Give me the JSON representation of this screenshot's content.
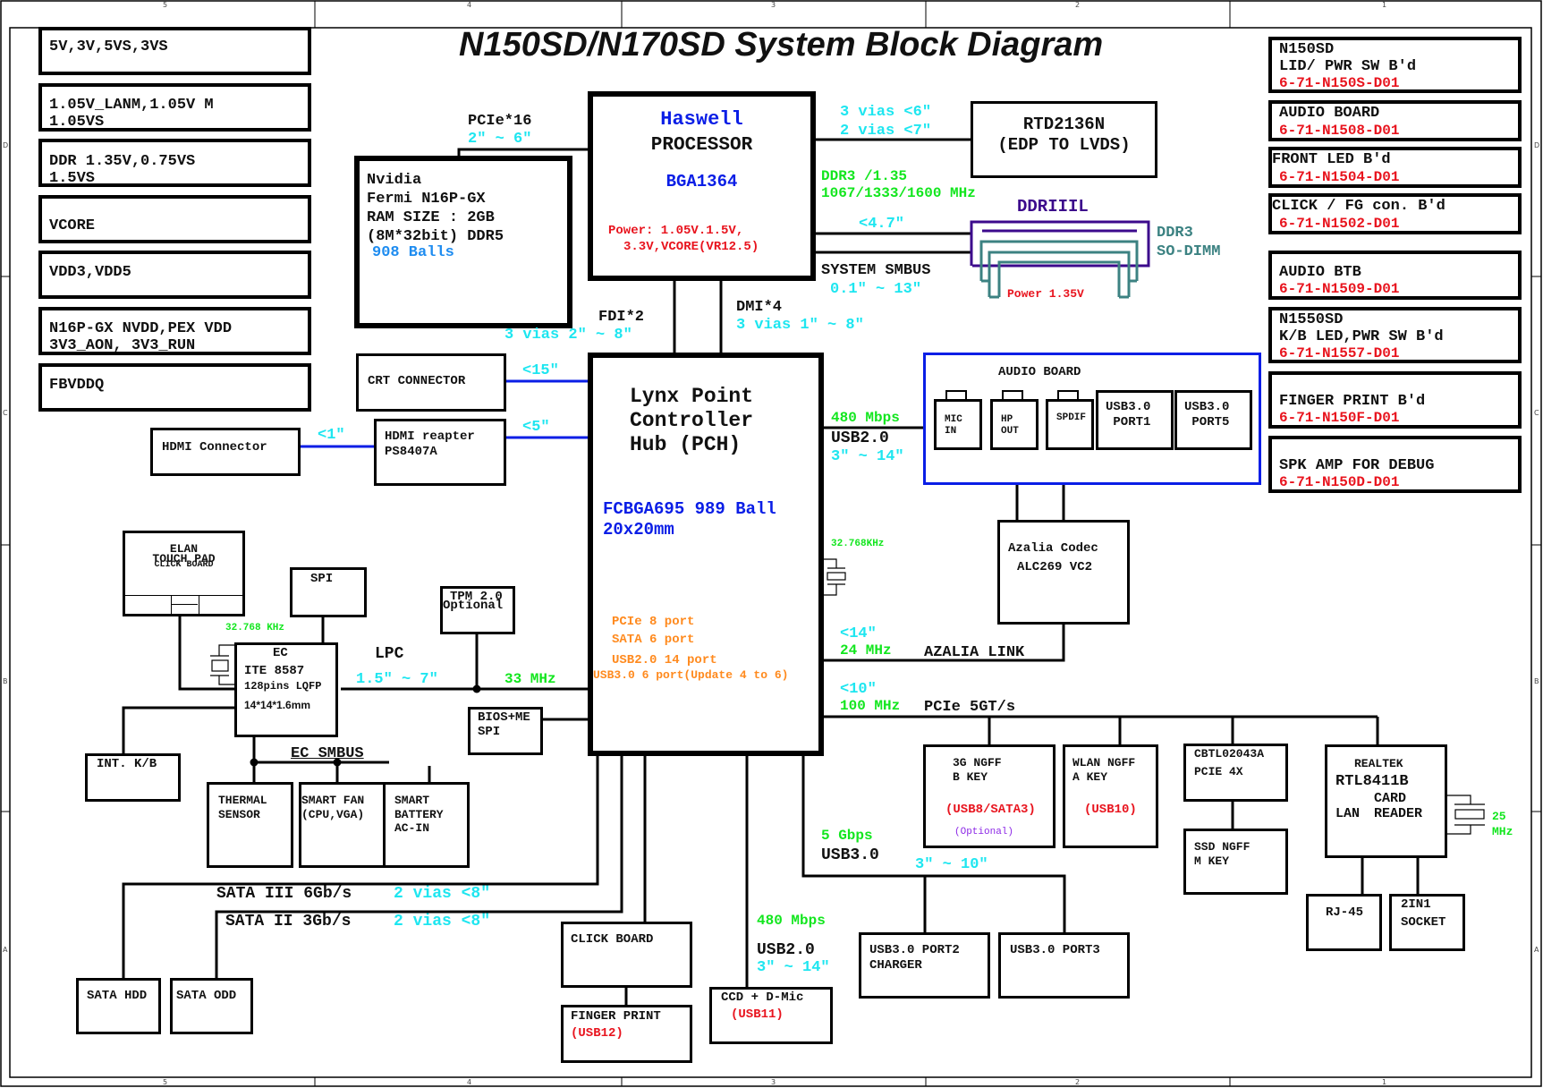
{
  "title": "N150SD/N170SD System Block Diagram",
  "ruler": {
    "columns": [
      "5",
      "4",
      "3",
      "2",
      "1"
    ],
    "rows": [
      "D",
      "C",
      "B",
      "A"
    ]
  },
  "power_rails": [
    {
      "lines": [
        "5V,3V,5VS,3VS"
      ]
    },
    {
      "lines": [
        "1.05V_LANM,1.05V M",
        "1.05VS"
      ]
    },
    {
      "lines": [
        "DDR 1.35V,0.75VS",
        "1.5VS"
      ]
    },
    {
      "lines": [
        "",
        "VCORE"
      ]
    },
    {
      "lines": [
        "VDD3,VDD5"
      ]
    },
    {
      "lines": [
        "N16P-GX NVDD,PEX VDD",
        "3V3_AON, 3V3_RUN"
      ]
    },
    {
      "lines": [
        "FBVDDQ"
      ]
    }
  ],
  "gpu": {
    "bus_label": "PCIe*16",
    "bus_length": "2\" ~ 6\"",
    "lines": [
      "Nvidia",
      "Fermi N16P-GX",
      "RAM SIZE : 2GB",
      "(8M*32bit) DDR5"
    ],
    "balls": "908 Balls"
  },
  "cpu": {
    "name": "Haswell",
    "type": "PROCESSOR",
    "package": "BGA1364",
    "power_line1": "Power: 1.05V.1.5V,",
    "power_line2": "3.3V,VCORE(VR12.5)"
  },
  "edp": {
    "vias1": "3 vias <6\"",
    "vias2": "2 vias <7\"",
    "name": "RTD2136N",
    "desc": "(EDP TO LVDS)"
  },
  "memory": {
    "ddr_label": "DDR3 /1.35",
    "ddr_speed": "1067/1333/1600 MHz",
    "trace": "<4.7\"",
    "module_name": "DDRIIIL",
    "slot_line1": "DDR3",
    "slot_line2": "SO-DIMM",
    "power": "Power 1.35V",
    "smbus_label": "SYSTEM SMBUS",
    "smbus_length": "0.1\" ~ 13\""
  },
  "links": {
    "fdi": "FDI*2",
    "fdi_length": "3 vias 2\" ~ 8\"",
    "dmi": "DMI*4",
    "dmi_length": "3 vias 1\" ~ 8\""
  },
  "pch": {
    "name_lines": [
      "Lynx Point",
      "Controller",
      "Hub (PCH)"
    ],
    "package": "FCBGA695 989 Ball",
    "size": "20x20mm",
    "features": [
      "PCIe 8 port",
      "SATA 6 port",
      "USB2.0 14 port",
      "USB3.0 6 port(Update 4 to 6)"
    ],
    "crystal": "32.768KHz"
  },
  "video": {
    "crt": "CRT CONNECTOR",
    "crt_trace": "<15\"",
    "hdmi_connector": "HDMI Connector",
    "hdmi_trace": "<1\"",
    "repeater_line1": "HDMI reapter",
    "repeater_line2": "PS8407A",
    "repeater_trace": "<5\""
  },
  "audio": {
    "usb_speed": "480 Mbps",
    "usb_label": "USB2.0",
    "usb_length": "3\" ~ 14\"",
    "board_title": "AUDIO BOARD",
    "jacks": [
      {
        "lines": [
          "MIC",
          "IN"
        ]
      },
      {
        "lines": [
          "HP",
          "OUT"
        ]
      },
      {
        "lines": [
          "SPDIF"
        ]
      }
    ],
    "ports": [
      {
        "lines": [
          "USB3.0",
          " PORT1"
        ]
      },
      {
        "lines": [
          "USB3.0",
          " PORT5"
        ]
      }
    ],
    "codec_line1": "Azalia Codec",
    "codec_line2": "ALC269 VC2",
    "link_trace": "<14\"",
    "link_freq": "24 MHz",
    "link_label": "AZALIA LINK"
  },
  "daughter_boards": [
    {
      "lines": [
        "N150SD",
        "LID/ PWR SW B'd"
      ],
      "part": "6-71-N150S-D01"
    },
    {
      "lines": [
        "AUDIO BOARD"
      ],
      "part": "6-71-N1508-D01"
    },
    {
      "lines": [
        "FRONT LED B'd"
      ],
      "part": "6-71-N1504-D01"
    },
    {
      "lines": [
        "CLICK / FG con. B'd"
      ],
      "part": "6-71-N1502-D01"
    },
    {
      "lines": [
        "AUDIO BTB"
      ],
      "part": "6-71-N1509-D01"
    },
    {
      "lines": [
        "N1550SD",
        "K/B LED,PWR SW B'd"
      ],
      "part": "6-71-N1557-D01"
    },
    {
      "lines": [
        "FINGER PRINT B'd"
      ],
      "part": "6-71-N150F-D01"
    },
    {
      "lines": [
        "SPK AMP FOR DEBUG"
      ],
      "part": "6-71-N150D-D01"
    }
  ],
  "ec": {
    "touchpad_lines": [
      "ELAN",
      "TOUCH PAD",
      "CLICK BOARD"
    ],
    "spi": "SPI",
    "tpm_lines": [
      "TPM 2.0",
      "Optional"
    ],
    "crystal": "32.768 KHz",
    "title": "EC",
    "chip": "ITE 8587",
    "pins": "128pins LQFP",
    "size": "14*14*1.6mm",
    "lpc_label": "LPC",
    "lpc_length": "1.5\" ~ 7\"",
    "lpc_freq": "33 MHz",
    "bios_lines": [
      "BIOS+ME",
      "SPI"
    ],
    "keyboard": "INT. K/B",
    "smbus_label": "EC SMBUS",
    "thermal_lines": [
      "THERMAL",
      "SENSOR"
    ],
    "fan_lines": [
      "SMART FAN",
      "(CPU,VGA)"
    ],
    "battery_lines": [
      "SMART",
      "BATTERY",
      "AC-IN"
    ]
  },
  "storage": {
    "sata3_label": "SATA III 6Gb/s",
    "sata3_length": "2 vias <8\"",
    "sata2_label": "SATA II 3Gb/s",
    "sata2_length": "2 vias <8\"",
    "hdd": "SATA HDD",
    "odd": "SATA ODD"
  },
  "usb_bottom": {
    "click_board": "CLICK BOARD",
    "fingerprint": "FINGER PRINT",
    "fingerprint_port": "(USB12)",
    "usb2_speed": "480 Mbps",
    "usb2_label": "USB2.0",
    "usb2_length": "3\" ~ 14\"",
    "ccd": "CCD + D-Mic",
    "ccd_port": "(USB11)",
    "usb3_speed": "5 Gbps",
    "usb3_label": "USB3.0",
    "usb3_length": "3\" ~ 10\"",
    "port2_lines": [
      "USB3.0 PORT2",
      "CHARGER"
    ],
    "port3": "USB3.0 PORT3"
  },
  "pcie": {
    "trace": "<10\"",
    "freq": "100 MHz",
    "label": "PCIe 5GT/s",
    "ngff3g_lines": [
      "3G NGFF",
      "B KEY"
    ],
    "ngff3g_port": "(USB8/SATA3)",
    "ngff3g_note": "(Optional)",
    "wlan_lines": [
      "WLAN NGFF",
      "A KEY"
    ],
    "wlan_port": "(USB10)",
    "switch_lines": [
      "CBTL02043A",
      "PCIE 4X"
    ],
    "ssd_lines": [
      "SSD NGFF",
      "M KEY"
    ],
    "realtek_vendor": "REALTEK",
    "realtek_chip": "RTL8411B",
    "realtek_card": "CARD",
    "realtek_lan": "LAN",
    "realtek_reader": "READER",
    "realtek_crystal_1": "25",
    "realtek_crystal_2": "MHz",
    "rj45": "RJ-45",
    "socket_lines": [
      "2IN1",
      "SOCKET"
    ]
  },
  "colors": {
    "wire": "#000000",
    "video_wire": "#0a1ee6",
    "trace_length": "#1ee6f0",
    "frequency": "#12e61e",
    "part_number": "#e8141e",
    "pch_features": "#ff8a1e",
    "ddr_module": "#3c0a8c",
    "so_dimm": "#3c8282"
  }
}
